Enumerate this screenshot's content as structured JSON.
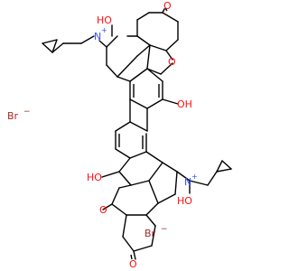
{
  "molecule": {
    "colors": {
      "bond": "#000000",
      "oxygen": "#ff0d0d",
      "nitrogen": "#3050f8",
      "bromine": "#a62929"
    },
    "atoms": {
      "top_ketone_O": "O",
      "top_hydroxyl_label": "HO",
      "top_nitrogen_label": "N",
      "top_nitrogen_charge": "+",
      "top_ether_O": "O",
      "top_phenol_label": "OH",
      "bottom_phenol_label": "HO",
      "bottom_ether_O": "O",
      "bottom_nitrogen_label": "N",
      "bottom_nitrogen_charge": "+",
      "bottom_hydroxyl_label": "HO",
      "bottom_ketone_O": "O"
    },
    "counterions": [
      {
        "label": "Br",
        "charge": "−"
      },
      {
        "label": "Br",
        "charge": "−"
      }
    ]
  }
}
